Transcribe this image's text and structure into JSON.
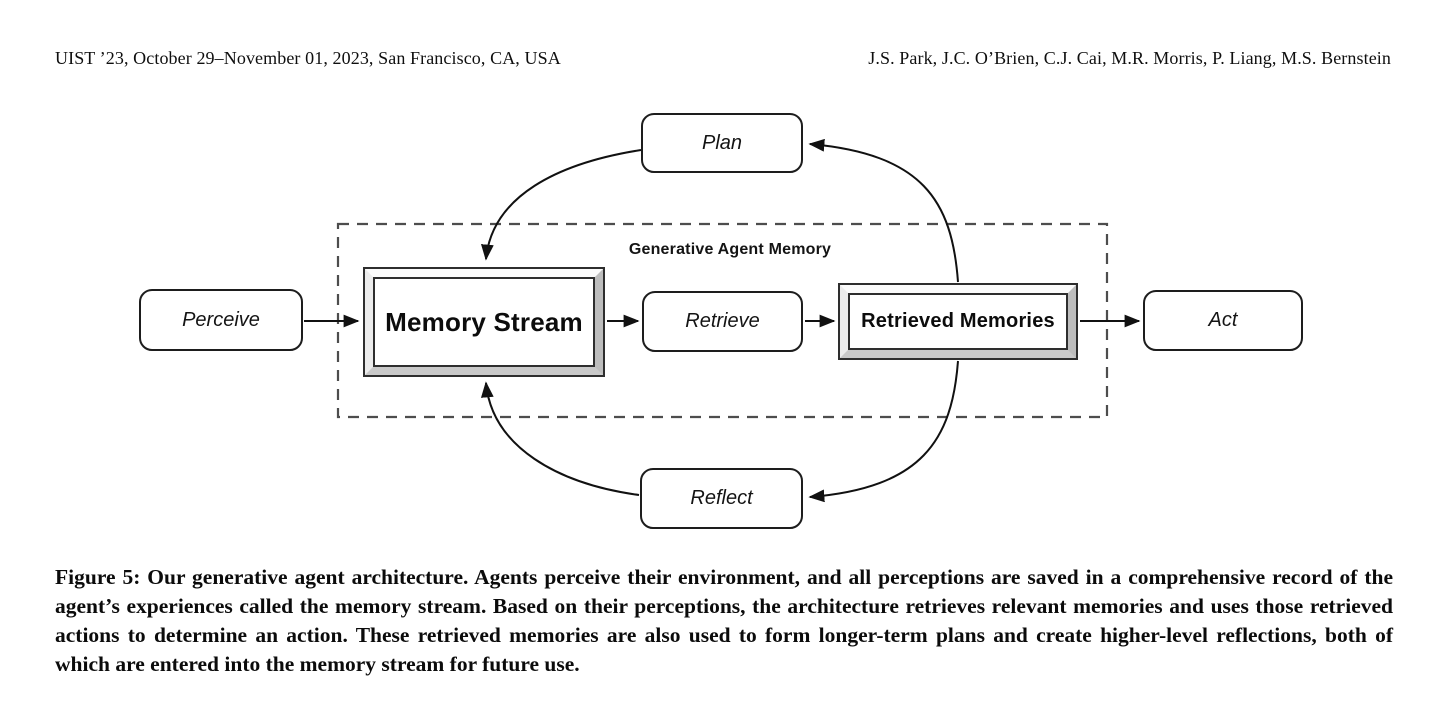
{
  "header": {
    "left": "UIST ’23, October 29–November 01, 2023, San Francisco, CA, USA",
    "right": "J.S. Park, J.C. O’Brien, C.J. Cai, M.R. Morris, P. Liang, M.S. Bernstein"
  },
  "diagram": {
    "memory_region_label": "Generative Agent Memory",
    "nodes": {
      "perceive": "Perceive",
      "memory_stream": "Memory Stream",
      "retrieve": "Retrieve",
      "retrieved_memories": "Retrieved Memories",
      "act": "Act",
      "plan": "Plan",
      "reflect": "Reflect"
    },
    "edges": [
      {
        "from": "Perceive",
        "to": "Memory Stream",
        "style": "straight-arrow"
      },
      {
        "from": "Memory Stream",
        "to": "Retrieve",
        "style": "straight-arrow"
      },
      {
        "from": "Retrieve",
        "to": "Retrieved Memories",
        "style": "straight-arrow"
      },
      {
        "from": "Retrieved Memories",
        "to": "Act",
        "style": "straight-arrow"
      },
      {
        "from": "Retrieved Memories",
        "to": "Plan",
        "style": "curved-arrow"
      },
      {
        "from": "Plan",
        "to": "Memory Stream",
        "style": "curved-arrow"
      },
      {
        "from": "Retrieved Memories",
        "to": "Reflect",
        "style": "curved-arrow"
      },
      {
        "from": "Reflect",
        "to": "Memory Stream",
        "style": "curved-arrow"
      }
    ]
  },
  "caption": {
    "text": "Figure 5: Our generative agent architecture. Agents perceive their environment, and all perceptions are saved in a comprehensive record of the agent’s experiences called the memory stream. Based on their perceptions, the architecture retrieves relevant memories and uses those retrieved actions to determine an action. These retrieved memories are also used to form longer-term plans and create higher-level reflections, both of which are entered into the memory stream for future use."
  },
  "colors": {
    "background": "#ffffff",
    "ink": "#111111",
    "dashed_border": "#4d4d4d",
    "bevel_light": "#fbfbfb",
    "bevel_dark": "#bdbdbd"
  }
}
